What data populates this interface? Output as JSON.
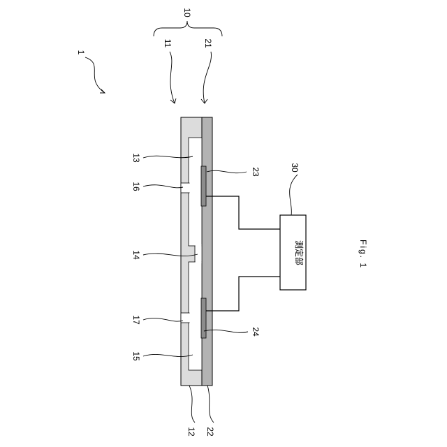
{
  "labels": {
    "device": "1",
    "assembly": "10",
    "chip_left": "11",
    "chip_right": "21",
    "base_layer": "12",
    "cavity_top": "13",
    "channel": "14",
    "cavity_bottom": "15",
    "port_top": "16",
    "port_bottom": "17",
    "substrate": "22",
    "electrode_top": "23",
    "electrode_bottom": "24",
    "unit_number": "30"
  },
  "measurement_unit_text": "測定部",
  "figure_caption": "Fig. 1",
  "colors": {
    "outer_layer": "#dcdcdc",
    "substrate": "#b3b3b3",
    "electrode": "#8c8c8c",
    "cavity": "#ffffff",
    "stroke": "#000000"
  }
}
